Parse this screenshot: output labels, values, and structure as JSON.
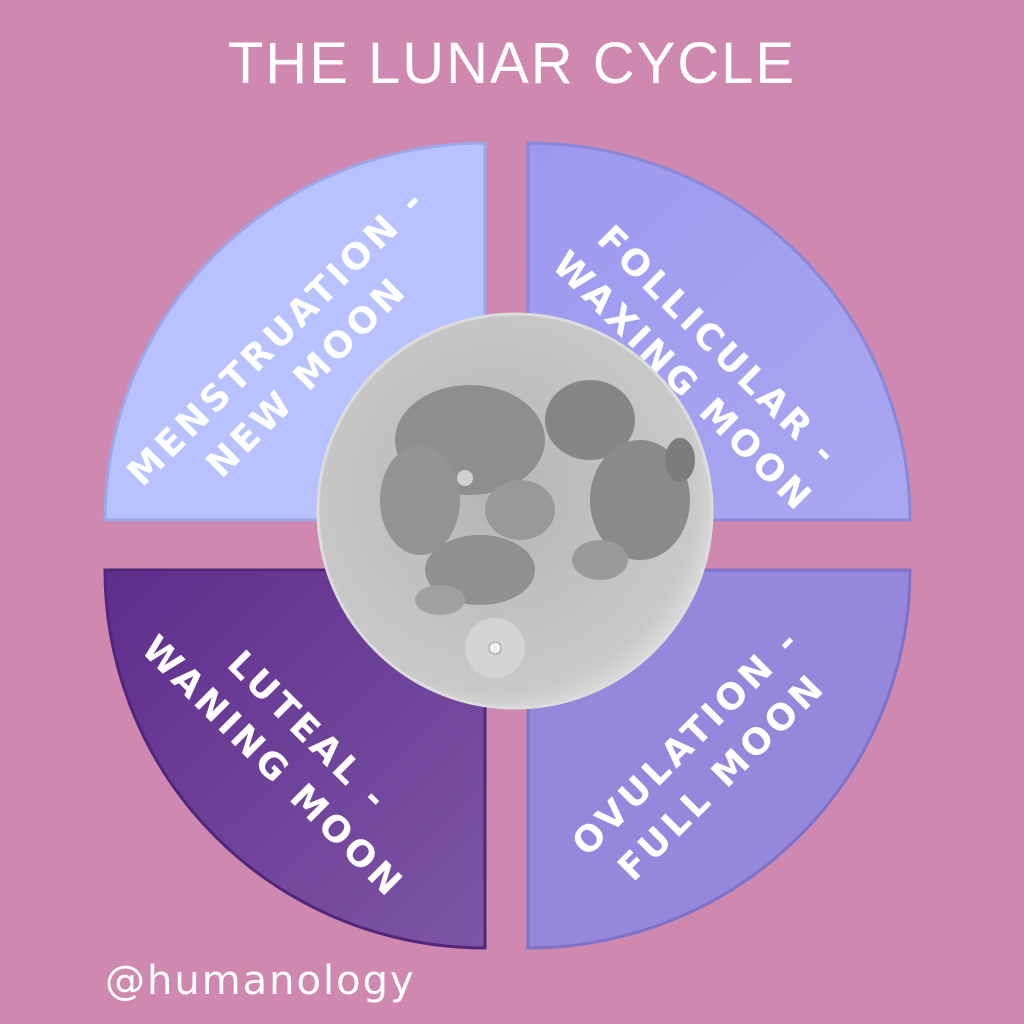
{
  "title": "THE LUNAR CYCLE",
  "phases": [
    {
      "line1": "MENSTRUATION -",
      "line2": "NEW MOON",
      "color": "#b8c2ff"
    },
    {
      "line1": "FOLLICULAR -",
      "line2": "WAXING MOON",
      "color": "#a09df0"
    },
    {
      "line1": "LUTEAL -",
      "line2": "WANING MOON",
      "color": "#6a3a96"
    },
    {
      "line1": "OVULATION -",
      "line2": "FULL MOON",
      "color": "#9487dc"
    }
  ],
  "handle": "@humanology",
  "background": "#cf88b0"
}
